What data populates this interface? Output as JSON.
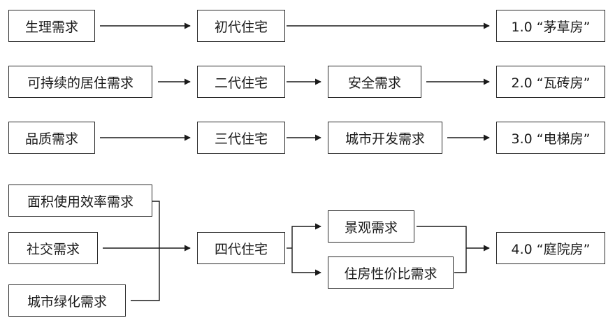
{
  "rows": {
    "row1": {
      "need": "生理需求",
      "gen": "初代住宅",
      "house": "1.0 “茅草房”"
    },
    "row2": {
      "need": "可持续的居住需求",
      "gen": "二代住宅",
      "mid": "安全需求",
      "house": "2.0 “瓦砖房”"
    },
    "row3": {
      "need": "品质需求",
      "gen": "三代住宅",
      "mid": "城市开发需求",
      "house": "3.0 “电梯房”"
    },
    "row4": {
      "needs": [
        "面积使用效率需求",
        "社交需求",
        "城市绿化需求"
      ],
      "gen": "四代住宅",
      "mids": [
        "景观需求",
        "住房性价比需求"
      ],
      "house": "4.0 “庭院房”"
    }
  }
}
